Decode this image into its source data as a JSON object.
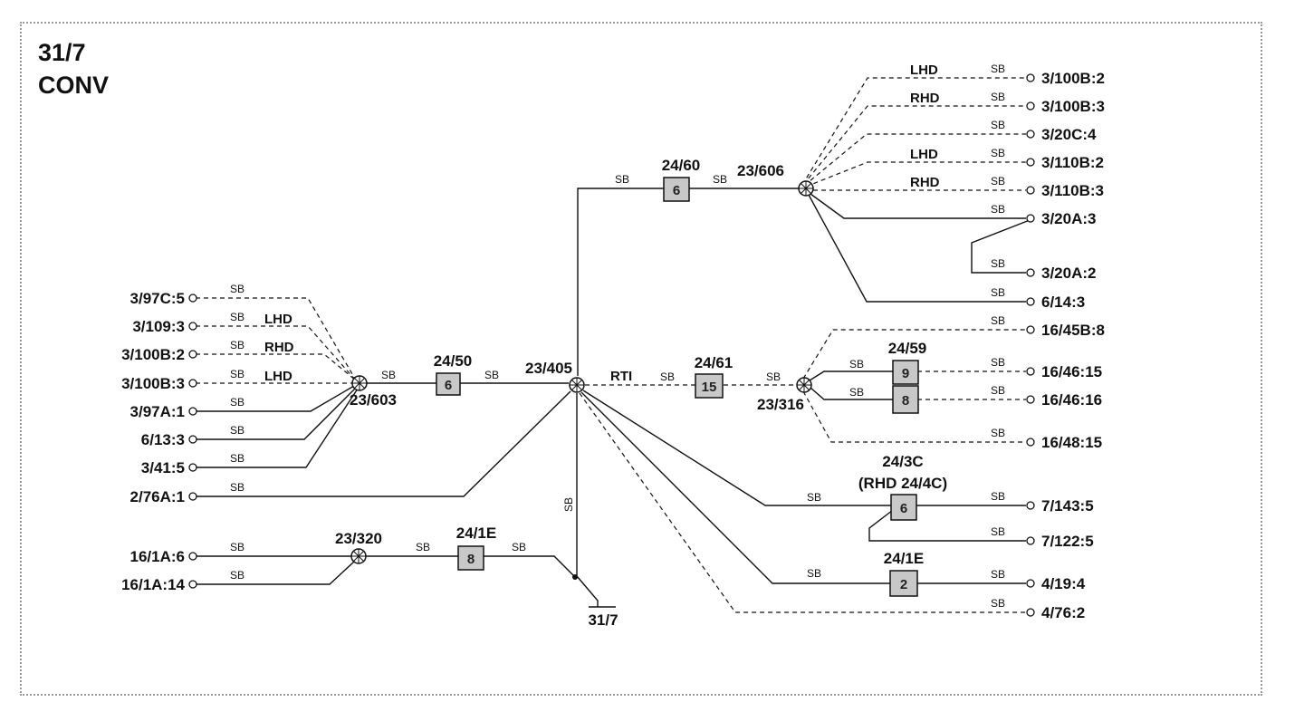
{
  "diagram": {
    "title_line1": "31/7",
    "title_line2": "CONV",
    "wire_label": "SB",
    "rti_label": "RTI",
    "ground": {
      "label": "31/7"
    },
    "nodes": [
      {
        "id": "n603",
        "label": "23/603"
      },
      {
        "id": "n405",
        "label": "23/405"
      },
      {
        "id": "n606",
        "label": "23/606"
      },
      {
        "id": "n316",
        "label": "23/316"
      },
      {
        "id": "n320",
        "label": "23/320"
      }
    ],
    "fuses": [
      {
        "id": "f2450",
        "block": "24/50",
        "number": "6"
      },
      {
        "id": "f2460",
        "block": "24/60",
        "number": "6"
      },
      {
        "id": "f2461",
        "block": "24/61",
        "number": "15"
      },
      {
        "id": "f2459a",
        "block": "24/59",
        "number": "9"
      },
      {
        "id": "f2459b",
        "block": "",
        "number": "8"
      },
      {
        "id": "f243c",
        "block": "24/3C",
        "block_note": "(RHD 24/4C)",
        "number": "6"
      },
      {
        "id": "f241e_top",
        "block": "24/1E",
        "number": "2"
      },
      {
        "id": "f241e_left",
        "block": "24/1E",
        "number": "8"
      }
    ],
    "left_connectors": [
      {
        "id": "c397c5",
        "label": "3/97C:5",
        "variant": ""
      },
      {
        "id": "c1093",
        "label": "3/109:3",
        "variant": "LHD"
      },
      {
        "id": "c100b2",
        "label": "3/100B:2",
        "variant": "RHD"
      },
      {
        "id": "c100b3",
        "label": "3/100B:3",
        "variant": "LHD"
      },
      {
        "id": "c97a1",
        "label": "3/97A:1",
        "variant": ""
      },
      {
        "id": "c6133",
        "label": "6/13:3",
        "variant": ""
      },
      {
        "id": "c3415",
        "label": "3/41:5",
        "variant": ""
      },
      {
        "id": "c276a1",
        "label": "2/76A:1",
        "variant": ""
      },
      {
        "id": "c161a6",
        "label": "16/1A:6",
        "variant": ""
      },
      {
        "id": "c161a14",
        "label": "16/1A:14",
        "variant": ""
      }
    ],
    "right_connectors": [
      {
        "id": "r100b2",
        "label": "3/100B:2",
        "variant": "LHD"
      },
      {
        "id": "r100b3",
        "label": "3/100B:3",
        "variant": "RHD"
      },
      {
        "id": "r20c4",
        "label": "3/20C:4",
        "variant": ""
      },
      {
        "id": "r110b2",
        "label": "3/110B:2",
        "variant": "LHD"
      },
      {
        "id": "r110b3",
        "label": "3/110B:3",
        "variant": "RHD"
      },
      {
        "id": "r20a3",
        "label": "3/20A:3",
        "variant": ""
      },
      {
        "id": "r20a2",
        "label": "3/20A:2",
        "variant": ""
      },
      {
        "id": "r6143",
        "label": "6/14:3",
        "variant": ""
      },
      {
        "id": "r1645b8",
        "label": "16/45B:8",
        "variant": ""
      },
      {
        "id": "r164615",
        "label": "16/46:15",
        "variant": ""
      },
      {
        "id": "r164616",
        "label": "16/46:16",
        "variant": ""
      },
      {
        "id": "r164815",
        "label": "16/48:15",
        "variant": ""
      },
      {
        "id": "r71435",
        "label": "7/143:5",
        "variant": ""
      },
      {
        "id": "r71225",
        "label": "7/122:5",
        "variant": ""
      },
      {
        "id": "r4194",
        "label": "4/19:4",
        "variant": ""
      },
      {
        "id": "r4762",
        "label": "4/76:2",
        "variant": ""
      }
    ],
    "colors": {
      "ink": "#111111",
      "fuse_fill": "#c8c8c8",
      "frame": "#9a9a9a"
    }
  }
}
